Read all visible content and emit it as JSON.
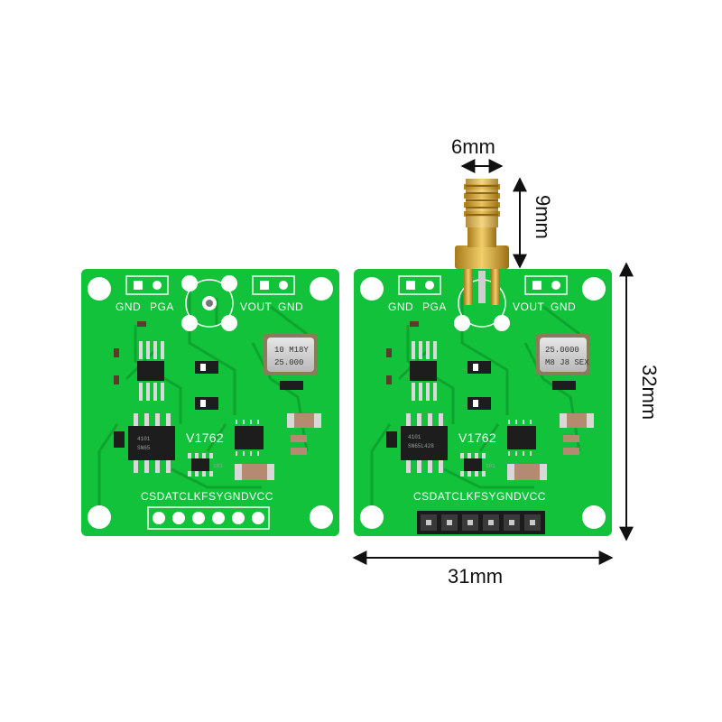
{
  "colors": {
    "pcb": "#12c23a",
    "pcb_edge": "#0fa832",
    "trace": "#0ea52f",
    "silkscreen": "#ffffff",
    "chip": "#1d1d1d",
    "gold": "#d4a63a",
    "dimension": "#111111"
  },
  "left_board": {
    "label_gnd": "GND",
    "label_pga": "PGA",
    "label_vout": "VOUT",
    "label_gnd2": "GND",
    "label_chip": "V1762",
    "label_pins": "CSDATCLKFSYGNDVCC",
    "crystal_line1": "25.000",
    "crystal_line2": "10 M18Y",
    "resistor_code": "101"
  },
  "right_board": {
    "label_gnd": "GND",
    "label_pga": "PGA",
    "label_vout": "VOUT",
    "label_gnd2": "GND",
    "label_chip": "V1762",
    "label_pins": "CSDATCLKFSYGNDVCC",
    "crystal_line1": "25.0000",
    "crystal_line2": "M8 J8 SEX",
    "chip_code": "4101",
    "chip_code2": "SN65L428",
    "resistor_code": "101"
  },
  "dimensions": {
    "width_top": "6mm",
    "height_connector": "9mm",
    "height_board": "32mm",
    "width_board": "31mm"
  }
}
